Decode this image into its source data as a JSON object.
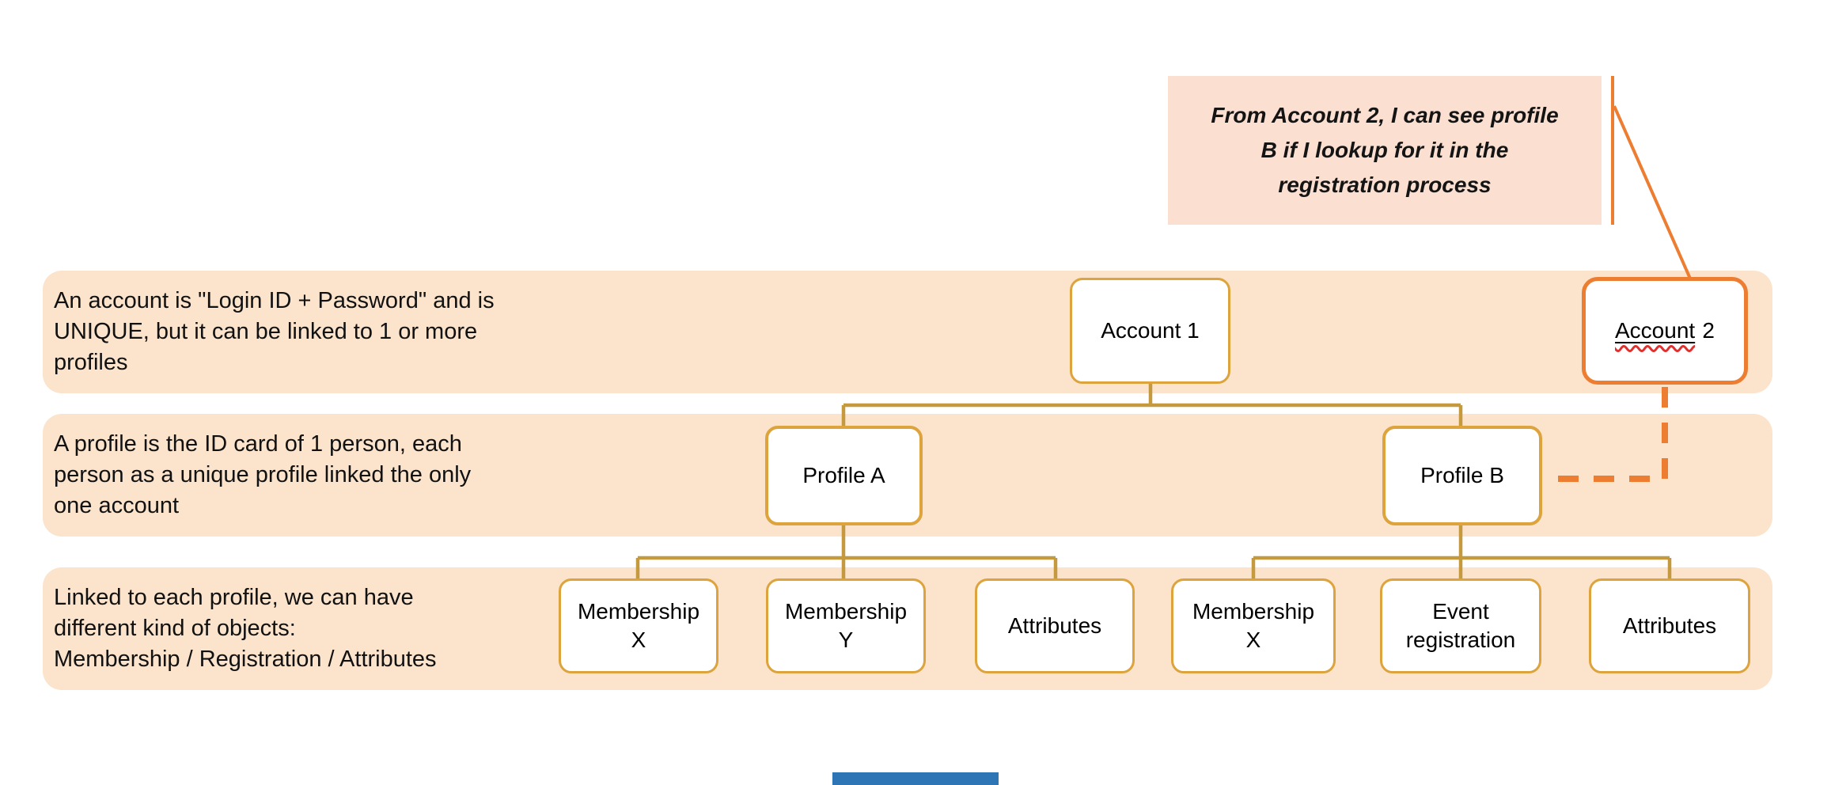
{
  "callout": {
    "text": "From Account 2, I can see profile\nB if I lookup for it in the\nregistration process"
  },
  "bands": {
    "accounts": "An account is \"Login ID + Password\" and is\nUNIQUE, but it can be linked to 1 or more\nprofiles",
    "profiles": "A profile is the ID card of 1 person, each\nperson as a unique profile linked the only\none account",
    "objects": "Linked to each profile, we can have\ndifferent kind of objects:\nMembership / Registration / Attributes"
  },
  "nodes": {
    "account1": "Account 1",
    "account2_word": "Account",
    "account2_num": "2",
    "profileA": "Profile A",
    "profileB": "Profile B",
    "membershipX_A": "Membership\nX",
    "membershipY_A": "Membership\nY",
    "attributes_A": "Attributes",
    "membershipX_B": "Membership\nX",
    "event_registration": "Event\nregistration",
    "attributes_B": "Attributes"
  },
  "colors": {
    "band_bg": "#FBE3CC",
    "callout_bg": "#FBE0D1",
    "gold_border": "#DDA33C",
    "gold_connector": "#C59A3E",
    "orange": "#ED7D31",
    "squiggle_red": "#E0302E",
    "scrollbar_blue": "#2E75B6"
  }
}
